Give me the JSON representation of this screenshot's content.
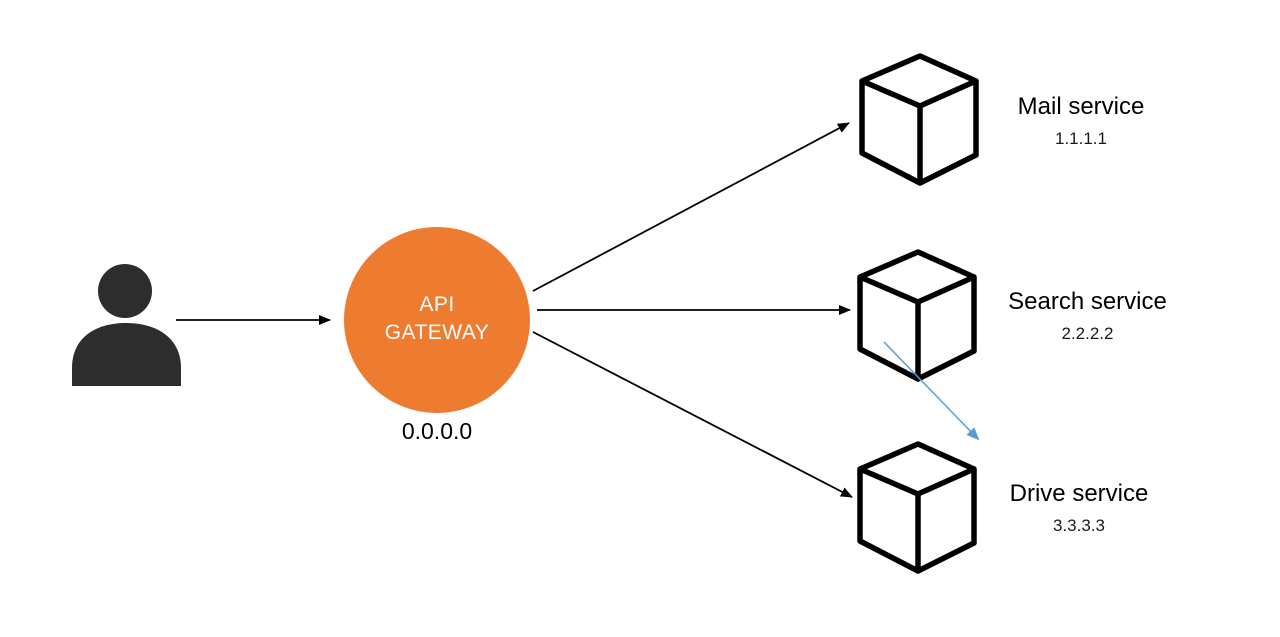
{
  "diagram": {
    "type": "architecture-diagram",
    "description": "User requests routed through an API gateway to three backend services"
  },
  "user": {
    "icon": "person-icon"
  },
  "gateway": {
    "name_line1": "API",
    "name_line2": "GATEWAY",
    "ip": "0.0.0.0"
  },
  "services": [
    {
      "name": "Mail service",
      "ip": "1.1.1.1",
      "icon": "cube-icon"
    },
    {
      "name": "Search service",
      "ip": "2.2.2.2",
      "icon": "cube-icon"
    },
    {
      "name": "Drive service",
      "ip": "3.3.3.3",
      "icon": "cube-icon"
    }
  ],
  "connections": [
    {
      "from": "user",
      "to": "api-gateway",
      "style": "black-arrow"
    },
    {
      "from": "api-gateway",
      "to": "Mail service",
      "style": "black-arrow"
    },
    {
      "from": "api-gateway",
      "to": "Search service",
      "style": "black-arrow"
    },
    {
      "from": "api-gateway",
      "to": "Drive service",
      "style": "black-arrow"
    },
    {
      "from": "Search service",
      "to": "Drive service",
      "style": "blue-arrow"
    }
  ],
  "colors": {
    "gateway_fill": "#ED7B30",
    "gateway_text": "#FFFFFF",
    "arrow_black": "#000000",
    "arrow_blue": "#5B9BD5",
    "person_fill": "#2D2D2D",
    "cube_stroke": "#000000",
    "background": "#FFFFFF"
  }
}
